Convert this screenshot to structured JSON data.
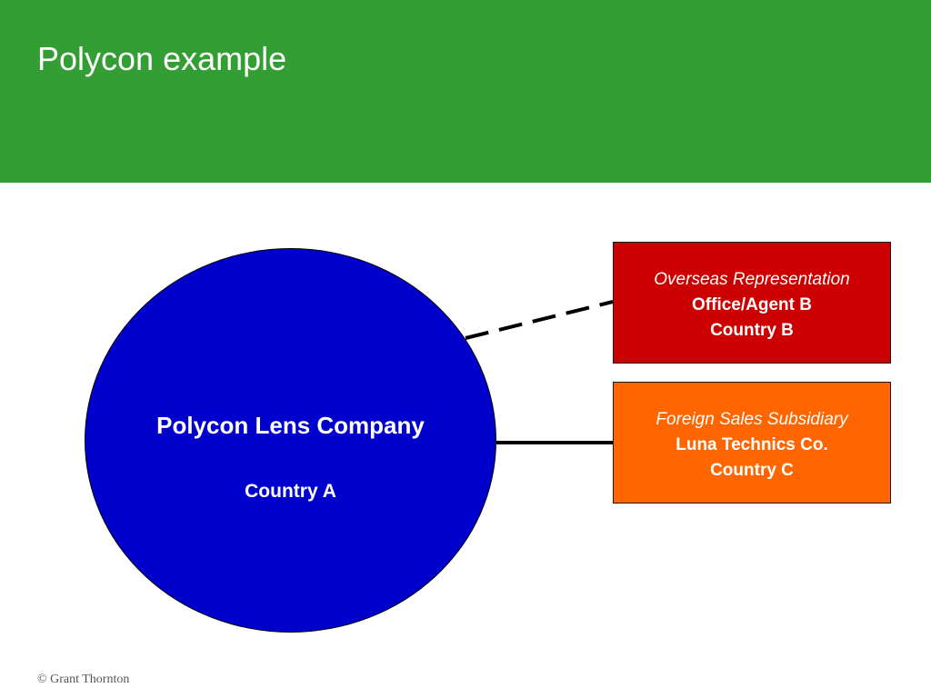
{
  "slide": {
    "title": "Polycon example",
    "header_color": "#339e33"
  },
  "main_entity": {
    "name": "Polycon Lens Company",
    "country": "Country A",
    "color": "#0000cc"
  },
  "entities": [
    {
      "type": "Overseas Representation",
      "name": "Office/Agent B",
      "country": "Country B",
      "color": "#cc0000",
      "connector": "dashed"
    },
    {
      "type": "Foreign Sales Subsidiary",
      "name": "Luna Technics Co.",
      "country": "Country C",
      "color": "#ff6600",
      "connector": "solid"
    }
  ],
  "footer": {
    "copyright": "© Grant Thornton"
  }
}
